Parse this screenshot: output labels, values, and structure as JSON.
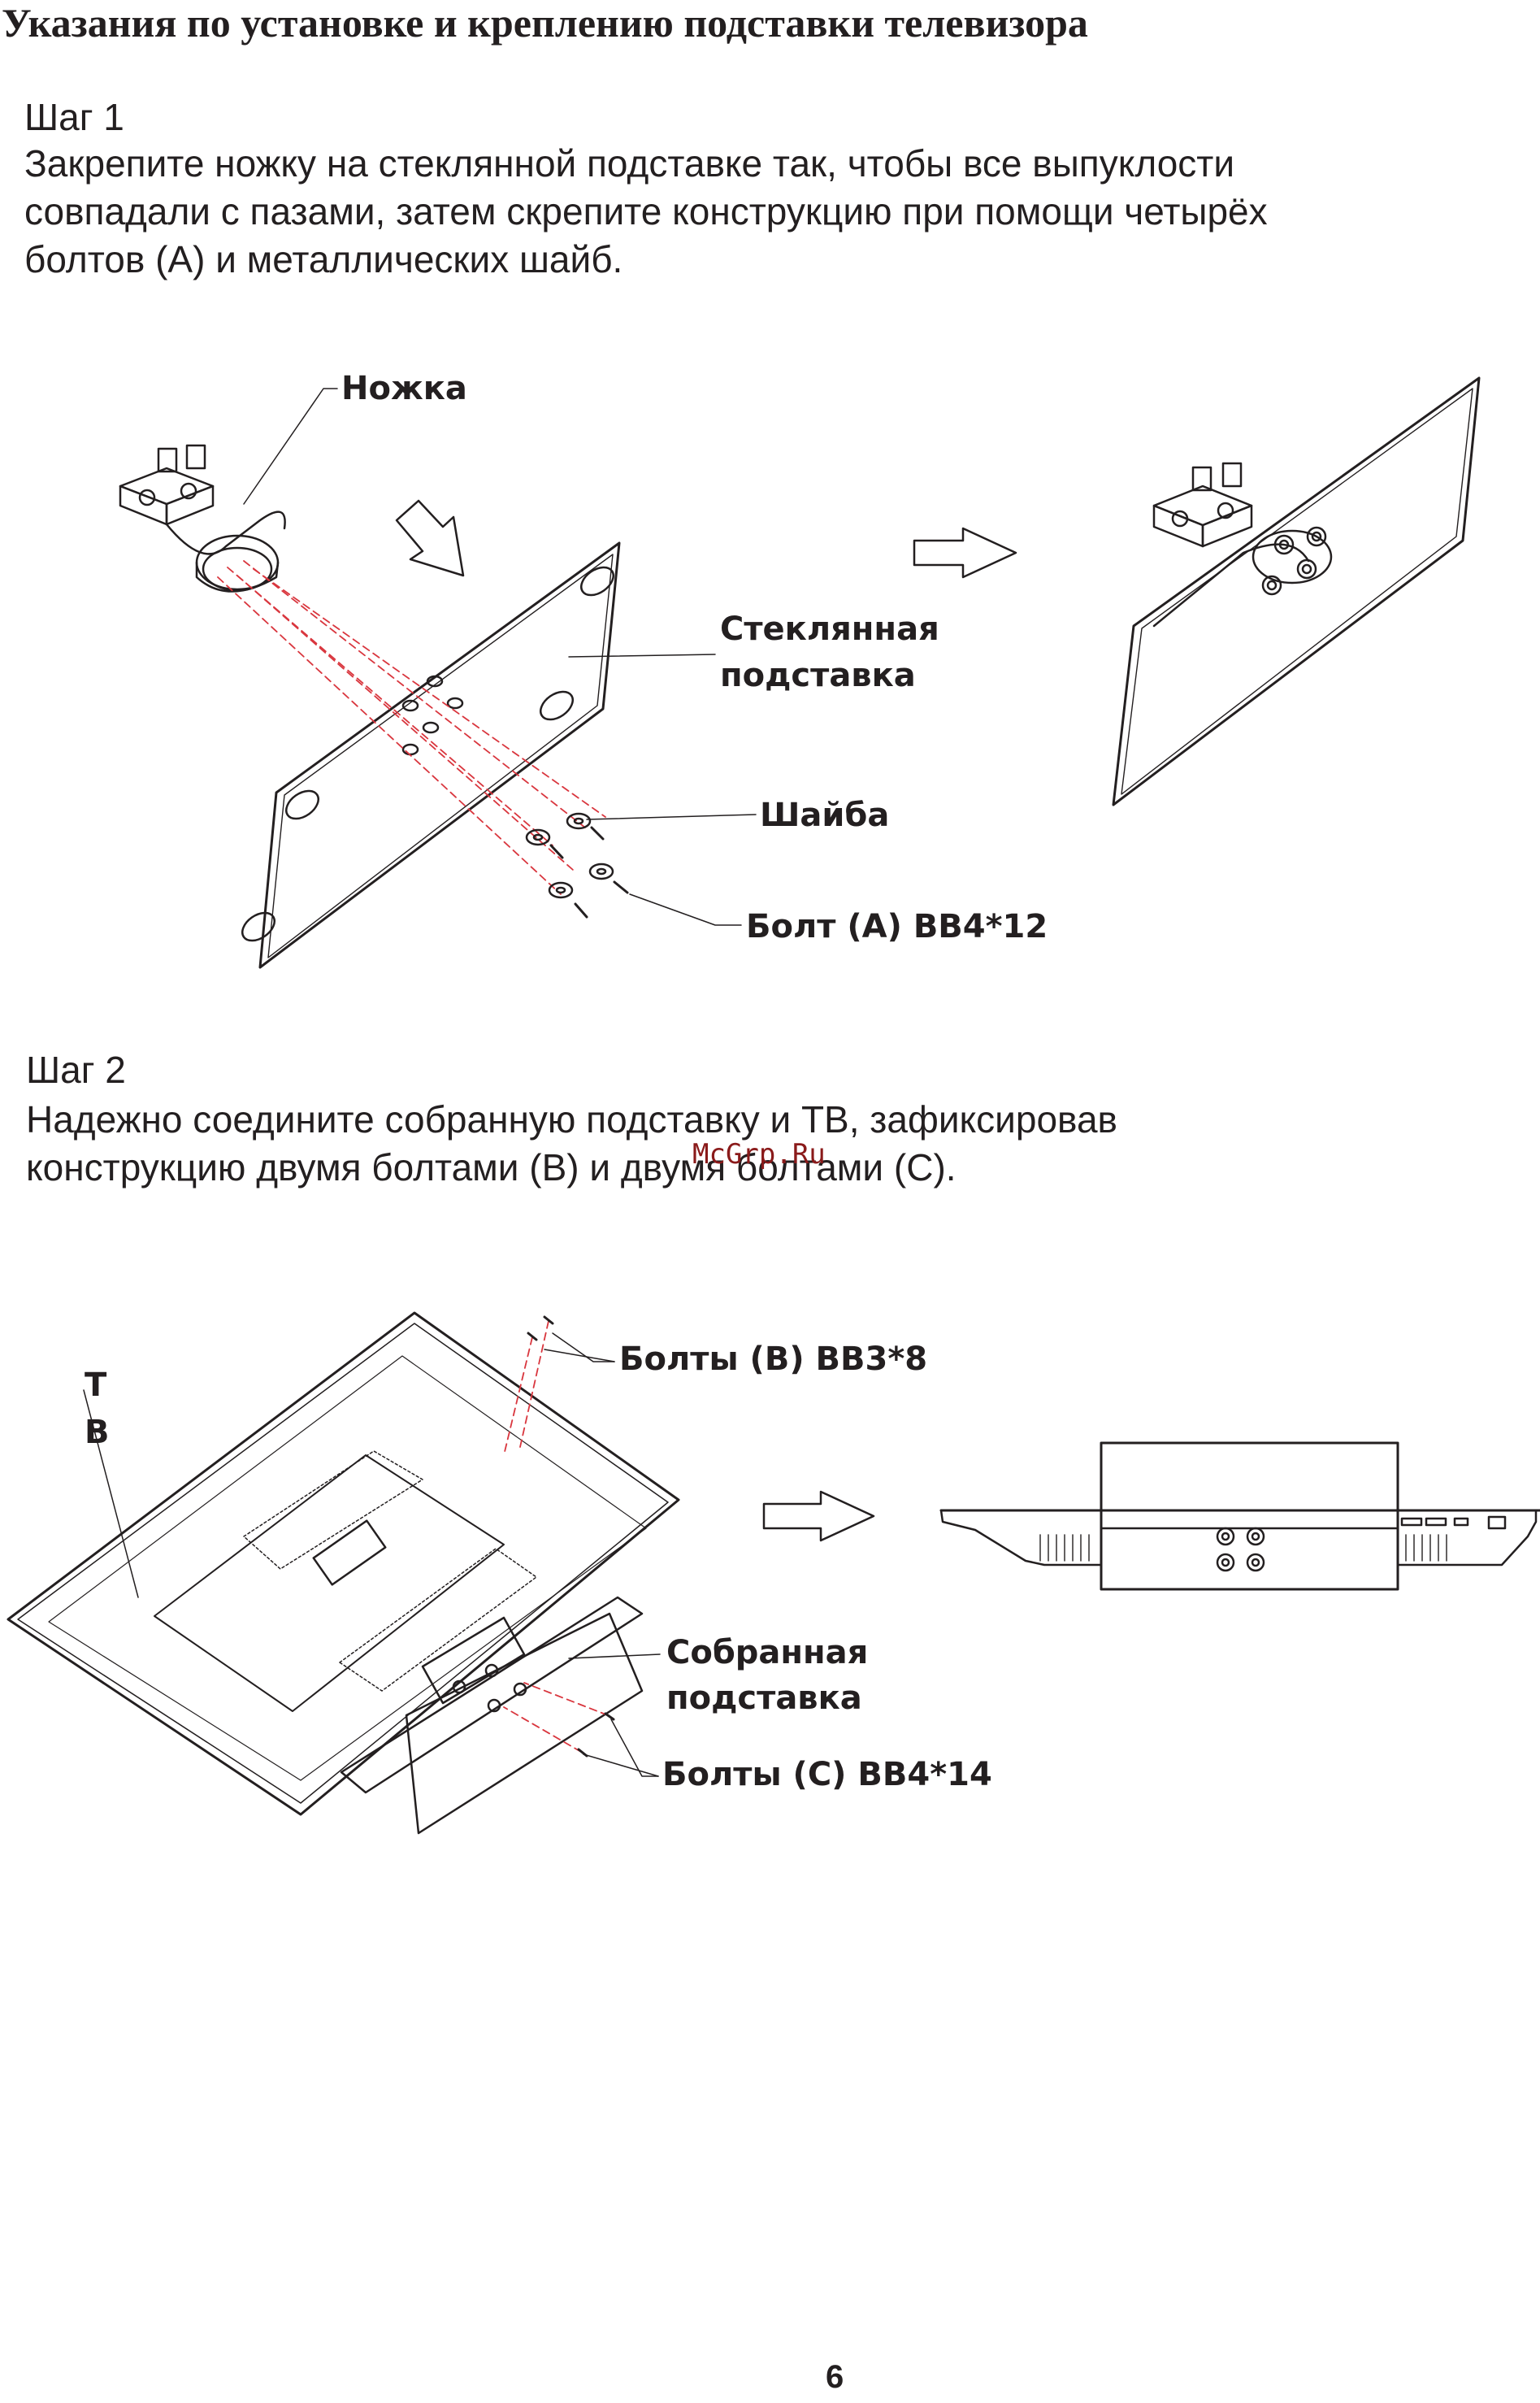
{
  "page": {
    "title": "Указания по установке и креплению подставки телевизора",
    "page_number": "6",
    "watermark": "McGrp.Ru"
  },
  "step1": {
    "heading": "Шаг 1",
    "lines": [
      "Закрепите ножку на стеклянной подставке так, чтобы все выпуклости",
      "совпадали с пазами, затем скрепите конструкцию при помощи четырёх",
      "болтов (А) и металлических шайб."
    ],
    "callouts": {
      "leg": "Ножка",
      "glass_stand_1": "Стеклянная",
      "glass_stand_2": "подставка",
      "washer": "Шайба",
      "bolt_a": "Болт (A) BB4*12"
    }
  },
  "step2": {
    "heading": "Шаг 2",
    "lines": [
      "Надежно соедините собранную подставку и ТВ, зафиксировав",
      "конструкцию  двумя болтами (В) и двумя болтами (С)."
    ],
    "callouts": {
      "tv_1": "Т",
      "tv_2": "В",
      "bolts_b": "Болты (В) BB3*8",
      "assembled_1": "Собранная",
      "assembled_2": "подставка",
      "bolts_c": "Болты (С) BB4*14"
    }
  },
  "colors": {
    "ink": "#231f20",
    "dash_red": "#d9363e",
    "watermark": "#8a1a1a"
  }
}
